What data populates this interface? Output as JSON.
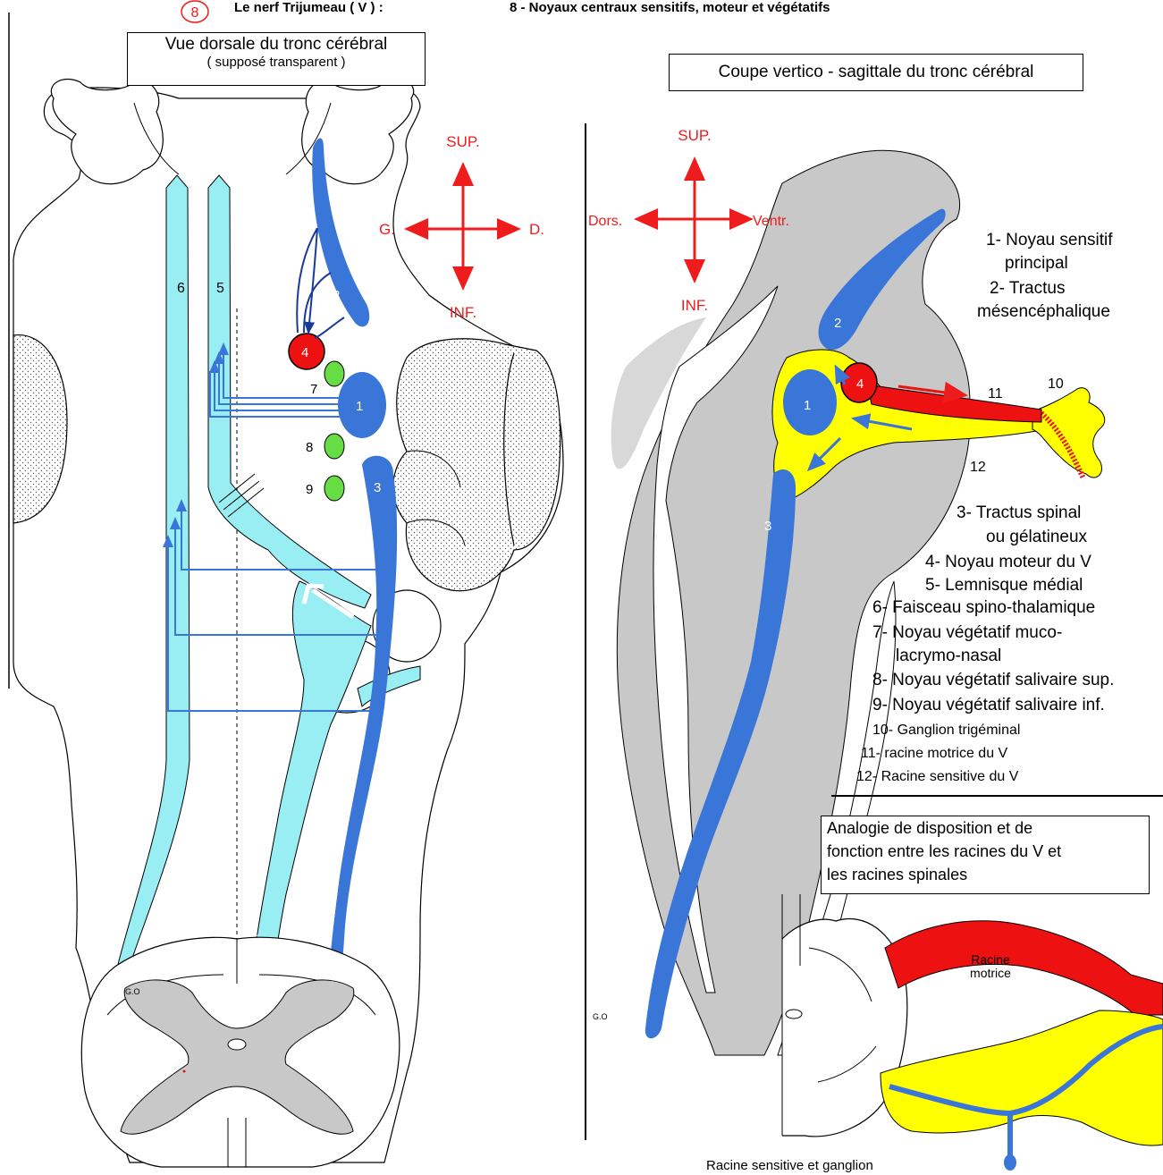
{
  "header": {
    "plate_number": "8",
    "title": "Le nerf Trijumeau ( V ) :",
    "subtitle": "8 - Noyaux centraux sensitifs, moteur et végétatifs"
  },
  "left_panel": {
    "title_line1": "Vue dorsale du tronc cérébral",
    "title_line2": "( supposé transparent )",
    "axes": {
      "up": "SUP.",
      "down": "INF.",
      "left": "G.",
      "right": "D."
    },
    "tract_labels": [
      "6",
      "5"
    ],
    "nucleus_labels": [
      "1",
      "2",
      "3",
      "4"
    ],
    "veg_labels": [
      "7",
      "8",
      "9"
    ],
    "go_label": "G.O"
  },
  "right_panel": {
    "title": "Coupe vertico - sagittale du tronc cérébral",
    "axes": {
      "up": "SUP.",
      "down": "INF.",
      "left": "Dors.",
      "right": "Ventr."
    },
    "nucleus_labels": [
      "1",
      "2",
      "3",
      "4"
    ],
    "root_labels": [
      "10",
      "11",
      "12"
    ],
    "go_label": "G.O"
  },
  "legend": [
    "1- Noyau sensitif",
    "principal",
    "2- Tractus",
    "mésencéphalique",
    "3- Tractus spinal",
    "ou gélatineux",
    "4- Noyau moteur du V",
    "5- Lemnisque médial",
    "6- Faisceau spino-thalamique",
    "7- Noyau végétatif muco-",
    "lacrymo-nasal",
    "8- Noyau végétatif salivaire sup.",
    "9- Noyau végétatif salivaire inf.",
    "10- Ganglion trigéminal",
    "11- racine motrice du V",
    "12- Racine sensitive du V"
  ],
  "analogy": {
    "title_line1": "Analogie de disposition et de",
    "title_line2": "fonction entre les racines du V et",
    "title_line3": "les racines spinales",
    "motor_line1": "Racine",
    "motor_line2": "motrice",
    "sensory_root": "Racine sensitive et ganglion"
  },
  "colors": {
    "sensory_nucleus": "#3a75d8",
    "motor_nucleus": "#ee1111",
    "vegetative_nucleus": "#66dd44",
    "tract": "#99eef4",
    "root_yellow": "#ffff00",
    "section_gray": "#c8c8c8",
    "axis_red": "#ee1c1c"
  }
}
